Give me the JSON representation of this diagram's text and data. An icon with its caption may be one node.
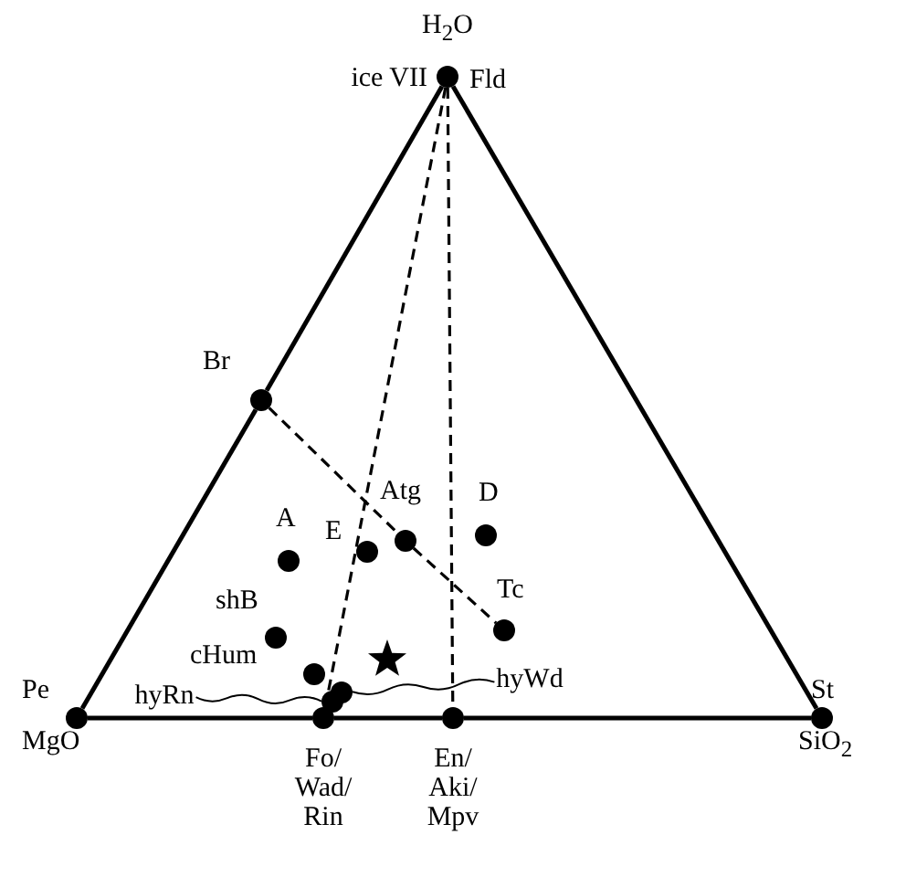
{
  "diagram": {
    "nodes": [
      {
        "text": [
          "H$_{2}$O",
          "ice VII",
          "Fld"
        ]
      },
      {
        "text": [
          "Br"
        ]
      },
      {
        "text": [
          "A"
        ]
      },
      {
        "text": [
          "E"
        ]
      },
      {
        "text": [
          "Atg"
        ]
      },
      {
        "text": [
          "D"
        ]
      },
      {
        "text": [
          "shB"
        ]
      },
      {
        "text": [
          "Tc"
        ]
      },
      {
        "text": [
          "cHum"
        ]
      },
      {
        "text": [],
        "shape": "star"
      },
      {
        "text": [
          "Pe",
          "MgO"
        ]
      },
      {
        "text": [
          "hyRn"
        ]
      },
      {
        "text": [
          "hyWd"
        ]
      },
      {
        "text": [],
        "shape": "circle"
      },
      {
        "text": [],
        "shape": "circle"
      },
      {
        "text": [
          "Fo/ Wad/ Rin"
        ]
      },
      {
        "text": [
          "En/ Aki/ Mpv"
        ]
      },
      {
        "text": [
          "St",
          "SiO$_{2}$"
        ]
      }
    ],
    "edges": [
      {
        "from": 10,
        "to": 1,
        "arrow": "none"
      },
      {
        "from": 1,
        "to": 0,
        "arrow": "none"
      },
      {
        "from": 0,
        "to": 17,
        "arrow": "none"
      },
      {
        "from": 10,
        "to": 15,
        "arrow": "none"
      },
      {
        "from": 15,
        "to": 16,
        "arrow": "none"
      },
      {
        "from": 16,
        "to": 17,
        "arrow": "none"
      },
      {
        "from": 0,
        "to": 15,
        "arrow": "none",
        "style": "dashed"
      },
      {
        "from": 0,
        "to": 16,
        "arrow": "none",
        "style": "dashed"
      },
      {
        "from": 1,
        "to": 4,
        "arrow": "none",
        "style": "dashed"
      },
      {
        "from": 4,
        "to": 7,
        "arrow": "none",
        "style": "dashed"
      },
      {
        "from": 11,
        "to": 13,
        "arrow": "none"
      },
      {
        "from": 12,
        "to": 14,
        "arrow": "none"
      }
    ]
  }
}
